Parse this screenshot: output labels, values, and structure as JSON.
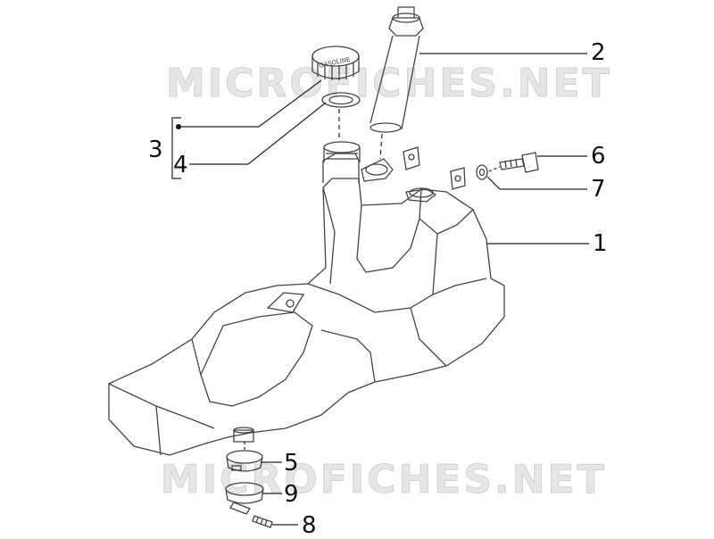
{
  "watermark": "MICROFICHES.NET",
  "cap_text": "GASOLINE",
  "callouts": [
    {
      "id": "1",
      "label": "1"
    },
    {
      "id": "2",
      "label": "2"
    },
    {
      "id": "3",
      "label": "3"
    },
    {
      "id": "4",
      "label": "4"
    },
    {
      "id": "5",
      "label": "5"
    },
    {
      "id": "6",
      "label": "6"
    },
    {
      "id": "7",
      "label": "7"
    },
    {
      "id": "8",
      "label": "8"
    },
    {
      "id": "9",
      "label": "9"
    }
  ],
  "colors": {
    "line": "#444444",
    "label": "#111111",
    "watermark": "#e6e6e6"
  }
}
